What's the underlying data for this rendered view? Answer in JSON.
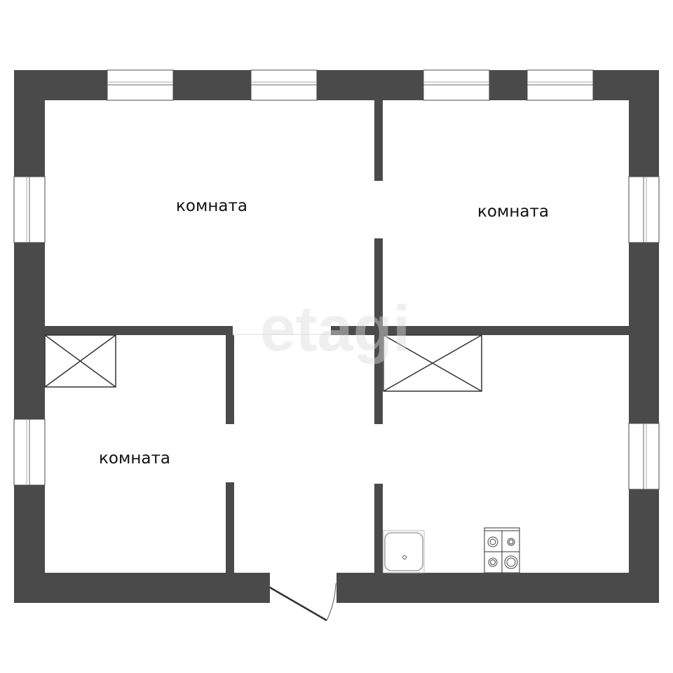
{
  "plan": {
    "rooms": [
      {
        "label": "комната"
      },
      {
        "label": "комната"
      },
      {
        "label": "комната"
      }
    ],
    "watermark": "etagi",
    "colors": {
      "wall": "#4a4a4a",
      "background": "#ffffff"
    }
  }
}
